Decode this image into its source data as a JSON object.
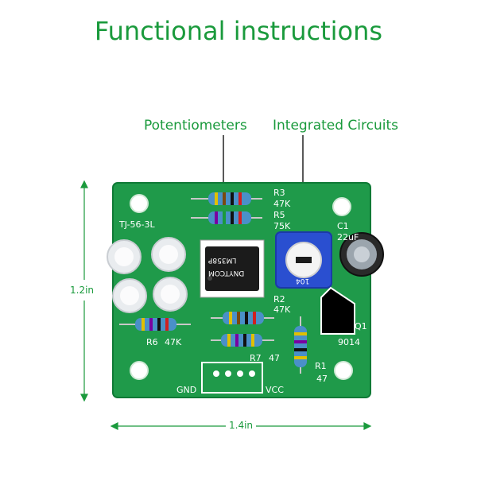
{
  "title": "Functional instructions",
  "callouts": {
    "left": "Potentiometers",
    "right": "Integrated Circuits"
  },
  "dimensions": {
    "height": "1.2in",
    "width": "1.4in"
  },
  "silkscreen": {
    "board_name": "TJ-56-3L",
    "r3_name": "R3",
    "r3_value": "47K",
    "r5_name": "R5",
    "r5_value": "75K",
    "c1_name": "C1",
    "c1_value": "22uF",
    "r2_name": "R2",
    "r2_value": "47K",
    "r6_name": "R6",
    "r6_value": "47K",
    "r7_name": "R7",
    "r7_value": "47",
    "r1_name": "R1",
    "r1_value": "47",
    "q1_name": "Q1",
    "q1_value": "9014",
    "gnd": "GND",
    "vcc": "VCC",
    "ic_line1": "LM358P",
    "ic_line2": "DNYTCOM",
    "pot_value": "104"
  },
  "colors": {
    "accent": "#1a9a3c",
    "board": "#1f9a4a",
    "board_edge": "#0f7a36"
  }
}
